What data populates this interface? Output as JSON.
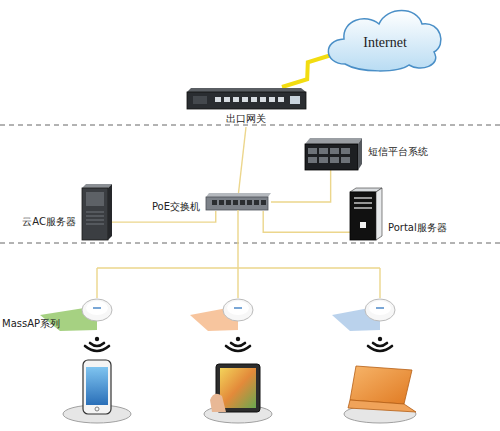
{
  "diagram": {
    "nodes": [
      {
        "text": [
          "Internet"
        ]
      },
      {
        "text": [
          "出口网关"
        ]
      },
      {
        "text": [
          "短信平台系统"
        ]
      },
      {
        "text": [
          "云AC服务器"
        ]
      },
      {
        "text": [
          "PoE交换机"
        ]
      },
      {
        "text": [
          "Portal服务器"
        ]
      }
    ],
    "edges": [
      {
        "from": 0,
        "to": 1,
        "arrow": "none"
      },
      {
        "from": 1,
        "to": 4,
        "arrow": "none"
      },
      {
        "from": 4,
        "to": 2,
        "arrow": "none"
      },
      {
        "from": 4,
        "to": 3,
        "arrow": "none"
      },
      {
        "from": 4,
        "to": 5,
        "arrow": "none"
      }
    ],
    "labels": [
      "MassAP系列"
    ]
  }
}
